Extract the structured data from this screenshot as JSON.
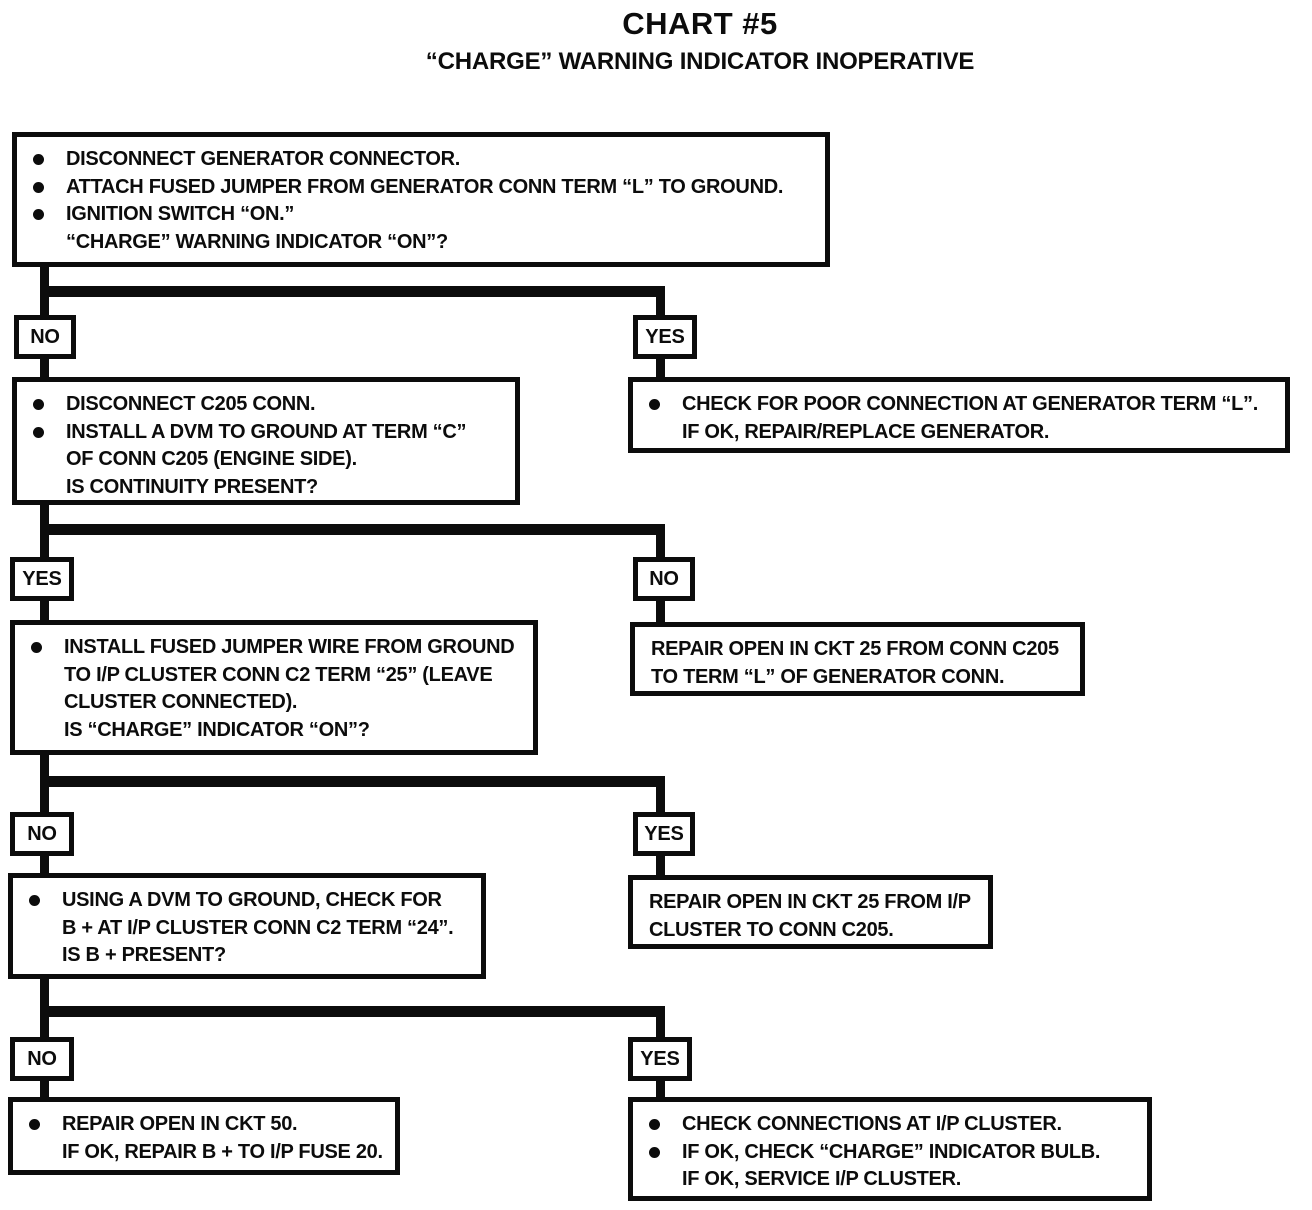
{
  "title": "CHART #5",
  "subtitle": "“CHARGE” WARNING INDICATOR INOPERATIVE",
  "colors": {
    "ink": "#0c0c0c",
    "paper": "#ffffff"
  },
  "branches": [
    {
      "left": "NO",
      "right": "YES"
    },
    {
      "left": "YES",
      "right": "NO"
    },
    {
      "left": "NO",
      "right": "YES"
    },
    {
      "left": "NO",
      "right": "YES"
    }
  ],
  "nodes": {
    "start": {
      "lines": [
        {
          "k": "b",
          "t": "DISCONNECT GENERATOR CONNECTOR."
        },
        {
          "k": "b",
          "t": "ATTACH FUSED JUMPER FROM GENERATOR CONN TERM “L” TO GROUND."
        },
        {
          "k": "b",
          "t": "IGNITION SWITCH “ON.”"
        },
        {
          "k": "c",
          "t": "“CHARGE” WARNING INDICATOR “ON”?"
        }
      ]
    },
    "c205_continuity": {
      "lines": [
        {
          "k": "b",
          "t": "DISCONNECT C205 CONN."
        },
        {
          "k": "b",
          "t": "INSTALL A DVM TO GROUND AT TERM “C”"
        },
        {
          "k": "c",
          "t": "OF CONN C205 (ENGINE SIDE)."
        },
        {
          "k": "c",
          "t": "IS CONTINUITY PRESENT?"
        }
      ]
    },
    "generator_term_l": {
      "lines": [
        {
          "k": "b",
          "t": "CHECK FOR POOR CONNECTION AT GENERATOR TERM “L”."
        },
        {
          "k": "c",
          "t": "IF OK, REPAIR/REPLACE GENERATOR."
        }
      ]
    },
    "jumper_term25": {
      "lines": [
        {
          "k": "b",
          "t": "INSTALL FUSED JUMPER WIRE FROM GROUND"
        },
        {
          "k": "c",
          "t": "TO I/P CLUSTER CONN C2 TERM “25” (LEAVE"
        },
        {
          "k": "c",
          "t": "CLUSTER CONNECTED)."
        },
        {
          "k": "c",
          "t": "IS “CHARGE” INDICATOR “ON”?"
        }
      ]
    },
    "ckt25_to_generator": {
      "lines": [
        {
          "k": "p",
          "t": "REPAIR OPEN IN CKT 25 FROM CONN C205"
        },
        {
          "k": "p",
          "t": "TO TERM “L” OF GENERATOR CONN."
        }
      ]
    },
    "check_bplus": {
      "lines": [
        {
          "k": "b",
          "t": "USING A DVM TO GROUND, CHECK FOR"
        },
        {
          "k": "c",
          "t": "B +  AT I/P CLUSTER CONN C2 TERM “24”."
        },
        {
          "k": "c",
          "t": "IS B +  PRESENT?"
        }
      ]
    },
    "ckt25_to_c205": {
      "lines": [
        {
          "k": "p",
          "t": "REPAIR OPEN IN CKT 25 FROM I/P"
        },
        {
          "k": "p",
          "t": "CLUSTER TO CONN C205."
        }
      ]
    },
    "ckt50": {
      "lines": [
        {
          "k": "b",
          "t": "REPAIR OPEN IN CKT 50."
        },
        {
          "k": "c",
          "t": "IF OK, REPAIR B +  TO I/P FUSE 20."
        }
      ]
    },
    "ip_cluster": {
      "lines": [
        {
          "k": "b",
          "t": "CHECK CONNECTIONS AT I/P CLUSTER."
        },
        {
          "k": "b",
          "t": "IF OK, CHECK “CHARGE” INDICATOR BULB."
        },
        {
          "k": "c",
          "t": "IF OK, SERVICE I/P CLUSTER."
        }
      ]
    }
  }
}
